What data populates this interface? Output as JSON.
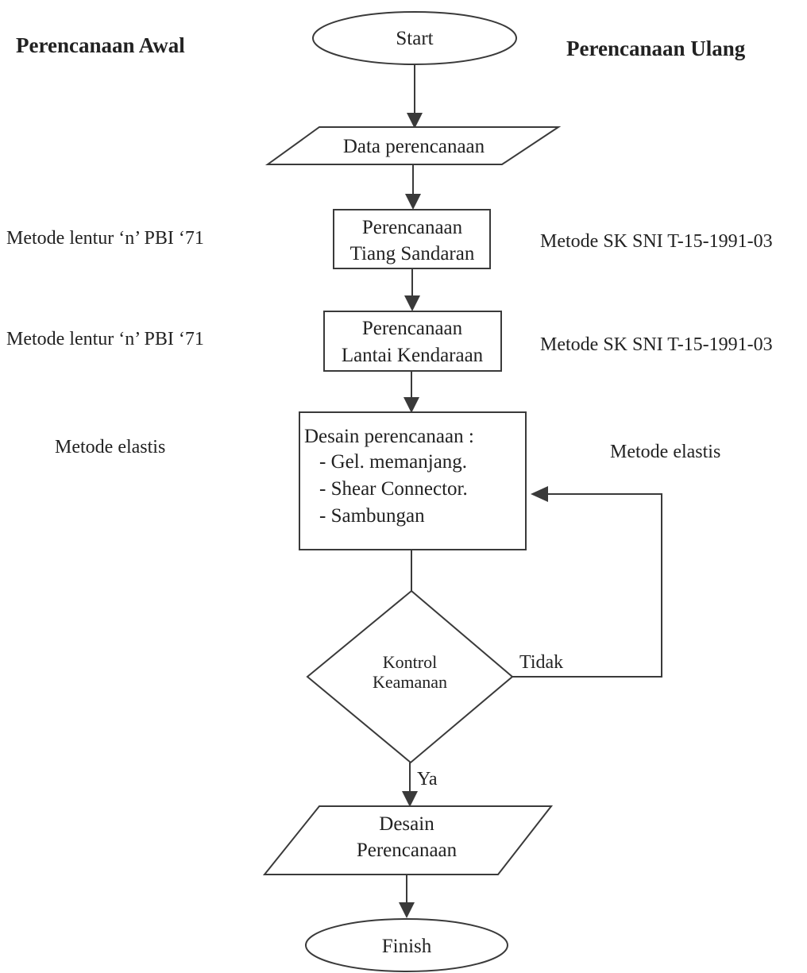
{
  "headers": {
    "left": "Perencanaan Awal",
    "right": "Perencanaan Ulang"
  },
  "nodes": {
    "start": "Start",
    "data": "Data perencanaan",
    "tiang": [
      "Perencanaan",
      "Tiang Sandaran"
    ],
    "lantai": [
      "Perencanaan",
      "Lantai Kendaraan"
    ],
    "desain": [
      "Desain perencanaan :",
      "- Gel. memanjang.",
      "- Shear Connector.",
      "- Sambungan"
    ],
    "kontrol": [
      "Kontrol",
      "Keamanan"
    ],
    "output": [
      "Desain",
      "Perencanaan"
    ],
    "finish": "Finish"
  },
  "edges": {
    "no": "Tidak",
    "yes": "Ya"
  },
  "methods": {
    "tiang_awal": "Metode lentur ‘n’ PBI ‘71",
    "tiang_ulang": "Metode SK SNI T-15-1991-03",
    "lantai_awal": "Metode lentur ‘n’ PBI ‘71",
    "lantai_ulang": "Metode SK SNI T-15-1991-03",
    "desain_awal": "Metode elastis",
    "desain_ulang": "Metode elastis"
  }
}
